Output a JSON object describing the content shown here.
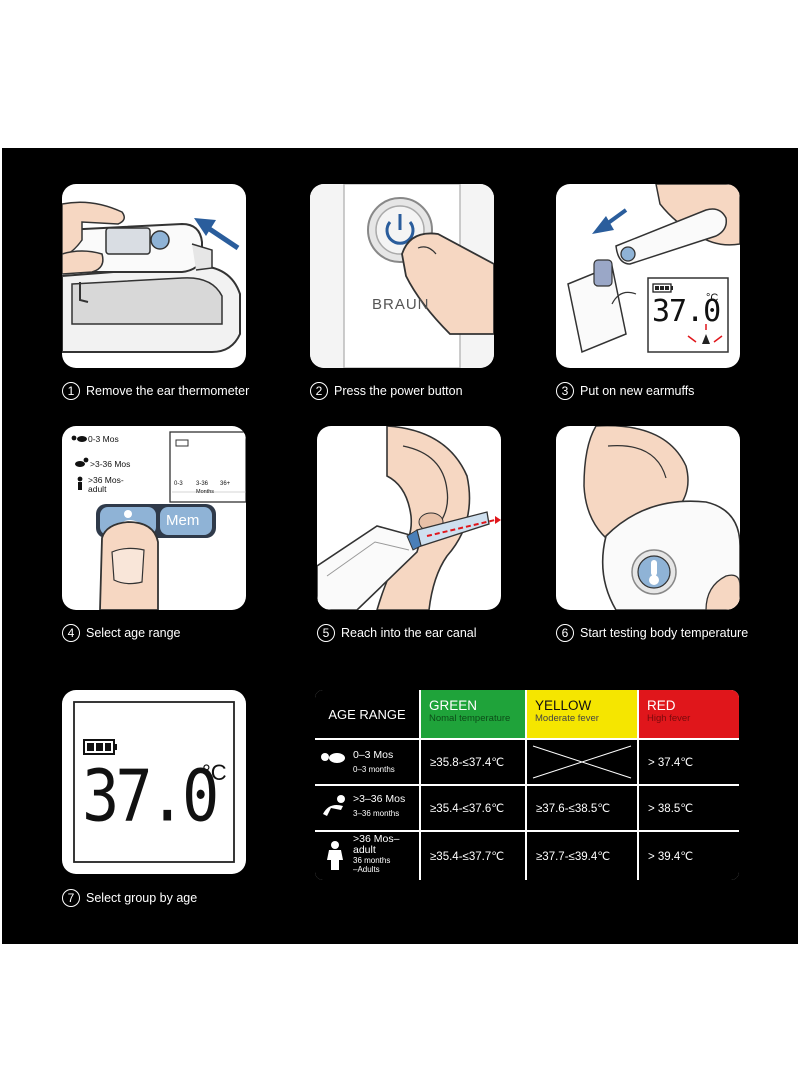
{
  "steps": [
    {
      "num": "1",
      "label": "Remove the ear thermometer"
    },
    {
      "num": "2",
      "label": "Press the power button"
    },
    {
      "num": "3",
      "label": "Put on new earmuffs"
    },
    {
      "num": "4",
      "label": "Select age range"
    },
    {
      "num": "5",
      "label": "Reach into the ear canal"
    },
    {
      "num": "6",
      "label": "Start testing body temperature"
    },
    {
      "num": "7",
      "label": "Select group by age"
    }
  ],
  "card2": {
    "brand": "BRAUN"
  },
  "card3": {
    "display_reading": "37.0",
    "unit": "°C"
  },
  "card4": {
    "age_options": [
      "0-3 Mos",
      ">3-36 Mos",
      ">36 Mos-\nadult"
    ],
    "mini_labels": [
      "0-3",
      "3-36",
      "36+"
    ],
    "mini_months": "Months",
    "mem_button": "Mem"
  },
  "card7": {
    "display_reading": "37.0",
    "unit": "°C"
  },
  "icons": {
    "power": "power-icon",
    "thermometer": "thermometer-icon",
    "battery": "battery-icon",
    "baby": "baby-icon",
    "toddler": "toddler-icon",
    "adult": "adult-icon"
  },
  "colors": {
    "green": "#1fa33a",
    "yellow": "#f5e600",
    "red": "#e0161b",
    "accent_blue": "#8fb3d6"
  },
  "table": {
    "header_age": "AGE RANGE",
    "columns": [
      {
        "title": "GREEN",
        "subtitle": "Nomal temperature"
      },
      {
        "title": "YELLOW",
        "subtitle": "Moderate fever"
      },
      {
        "title": "RED",
        "subtitle": "High fever"
      }
    ],
    "rows": [
      {
        "age": "0–3 Mos",
        "sub": "0–3 months",
        "green": "≥35.8-≤37.4℃",
        "yellow": "",
        "red": "> 37.4℃"
      },
      {
        "age": ">3–36 Mos",
        "sub": "3–36 months",
        "green": "≥35.4-≤37.6℃",
        "yellow": "≥37.6-≤38.5℃",
        "red": "> 38.5℃"
      },
      {
        "age": ">36 Mos–\nadult",
        "sub": "36 months\n–Adults",
        "green": "≥35.4-≤37.7℃",
        "yellow": "≥37.7-≤39.4℃",
        "red": "> 39.4℃"
      }
    ]
  }
}
